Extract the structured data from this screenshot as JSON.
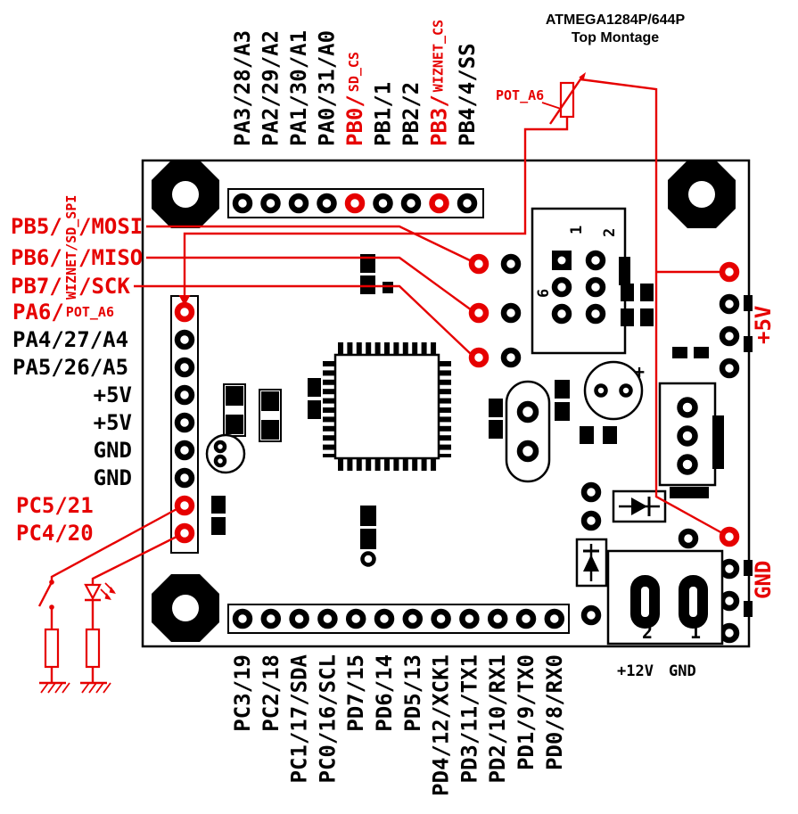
{
  "title": {
    "line1": "ATMEGA1284P/644P",
    "line2": "Top Montage"
  },
  "colors": {
    "signal_red": "#e60000",
    "silkscreen_black": "#000000",
    "board_white": "#ffffff"
  },
  "top_header": {
    "labels": [
      {
        "label": "PA3/28/A3",
        "color": "black"
      },
      {
        "label": "PA2/29/A2",
        "color": "black"
      },
      {
        "label": "PA1/30/A1",
        "color": "black"
      },
      {
        "label": "PA0/31/A0",
        "color": "black"
      },
      {
        "label": "PB0/",
        "sublabel": "SD_CS",
        "color": "red"
      },
      {
        "label": "PB1/1",
        "color": "black"
      },
      {
        "label": "PB2/2",
        "color": "black"
      },
      {
        "label": "PB3/",
        "sublabel": "WIZNET_CS",
        "color": "red"
      },
      {
        "label": "PB4/4/SS",
        "color": "black"
      }
    ]
  },
  "left_header": {
    "labels": [
      {
        "label": "PA6/",
        "sublabel": "POT_A6",
        "color": "red"
      },
      {
        "label": "PA4/27/A4",
        "color": "black"
      },
      {
        "label": "PA5/26/A5",
        "color": "black"
      },
      {
        "label": "+5V",
        "color": "black"
      },
      {
        "label": "+5V",
        "color": "black"
      },
      {
        "label": "GND",
        "color": "black"
      },
      {
        "label": "GND",
        "color": "black"
      },
      {
        "label": "PC5/21",
        "color": "red"
      },
      {
        "label": "PC4/20",
        "color": "red"
      }
    ]
  },
  "bottom_header": {
    "labels": [
      "PC3/19",
      "PC2/18",
      "PC1/17/SDA",
      "PC0/16/SCL",
      "PD7/15",
      "PD6/14",
      "PD5/13",
      "PD4/12/XCK1",
      "PD3/11/TX1",
      "PD2/10/RX1",
      "PD1/9/TX0",
      "PD0/8/RX0"
    ]
  },
  "right_rails": {
    "top": "+5V",
    "bottom": "GND"
  },
  "spi_bus": {
    "note": "WIZNET/SD_SPI",
    "rows": [
      {
        "prefix": "PB5/",
        "suffix": "/MOSI"
      },
      {
        "prefix": "PB6/",
        "suffix": "/MISO"
      },
      {
        "prefix": "PB7/",
        "suffix": "/SCK"
      }
    ]
  },
  "potentiometer": {
    "label": "POT_A6"
  },
  "isp_connector": {
    "pin1": "1",
    "pin2": "2",
    "pin6": "6"
  },
  "power": {
    "jack_pin2": "2",
    "jack_pin1": "1",
    "plus12v": "+12V",
    "gnd": "GND"
  },
  "capacitor_polarity": "+"
}
